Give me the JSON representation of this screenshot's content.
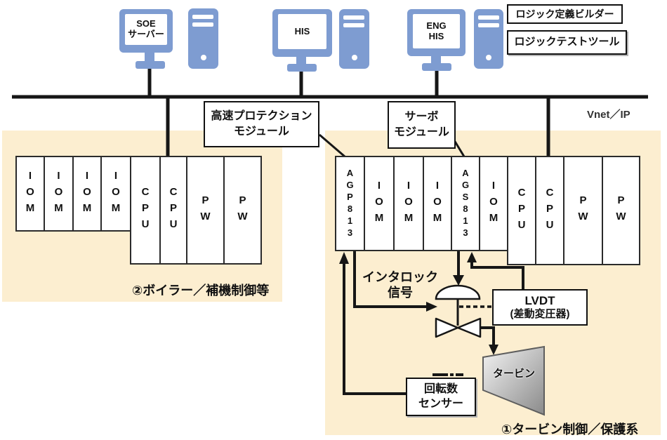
{
  "network": {
    "label": "Vnet／IP"
  },
  "workstations": {
    "soe": {
      "line1": "SOE",
      "line2": "サーバー"
    },
    "his": {
      "line1": "HIS"
    },
    "eng": {
      "line1": "ENG",
      "line2": "HIS"
    }
  },
  "tools": {
    "builder": "ロジック定義ビルダー",
    "tester": "ロジックテストツール"
  },
  "callouts": {
    "protection": {
      "line1": "高速プロテクション",
      "line2": "モジュール"
    },
    "servo": {
      "line1": "サーボ",
      "line2": "モジュール"
    }
  },
  "left_rack": {
    "cards": [
      "IOM",
      "IOM",
      "IOM",
      "IOM",
      "CPU",
      "CPU",
      "PW",
      "PW"
    ],
    "caption": "②ボイラー／補機制御等"
  },
  "right_rack": {
    "cards": [
      "AGP813",
      "IOM",
      "IOM",
      "IOM",
      "AGS813",
      "IOM",
      "CPU",
      "CPU",
      "PW",
      "PW"
    ],
    "caption": "①タービン制御／保護系"
  },
  "field": {
    "interlock_line1": "インタロック",
    "interlock_line2": "信号",
    "lvdt_line1": "LVDT",
    "lvdt_line2": "(差動変圧器)",
    "sensor_line1": "回転数",
    "sensor_line2": "センサー",
    "turbine": "タービン"
  },
  "colors": {
    "panel_beige": "#fceed0",
    "device_blue": "#7e9cd1",
    "line_black": "#161616",
    "turbine_gray_light": "#f4f4f4",
    "turbine_gray_dark": "#8a8a8a"
  }
}
